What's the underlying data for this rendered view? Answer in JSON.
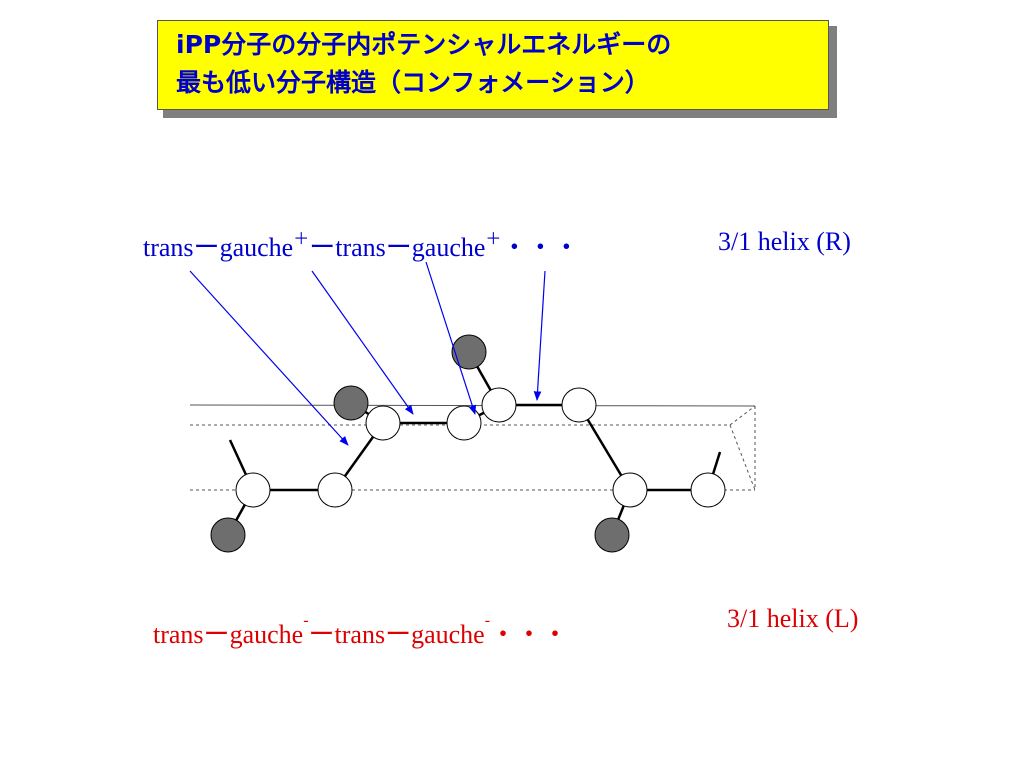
{
  "title": {
    "line1": "iPP分子の分子内ポテンシャルエネルギーの",
    "line2": "最も低い分子構造（コンフォメーション）"
  },
  "right_helix": {
    "t1": "trans",
    "d1": "ー",
    "g1": "gauche",
    "p1": "＋",
    "d2": "ー",
    "t2": "trans",
    "d3": "ー",
    "g2": "gauche",
    "p2": "＋",
    "ellipsis": "・・・",
    "label": "3/1 helix (R)"
  },
  "left_helix": {
    "t1": "trans",
    "d1": "ー",
    "g1": "gauche",
    "m1": "-",
    "d2": "ー",
    "t2": "trans",
    "d3": "ー",
    "g2": "gauche",
    "m2": "-",
    "ellipsis": "・・・",
    "label": "3/1 helix (L)"
  },
  "colors": {
    "title_bg": "#ffff00",
    "title_text": "#0000cc",
    "right_text": "#0000cc",
    "left_text": "#dd0000",
    "methyl": "#6e6e6e",
    "backbone_atom": "#ffffff",
    "arrow": "#0000ee"
  }
}
